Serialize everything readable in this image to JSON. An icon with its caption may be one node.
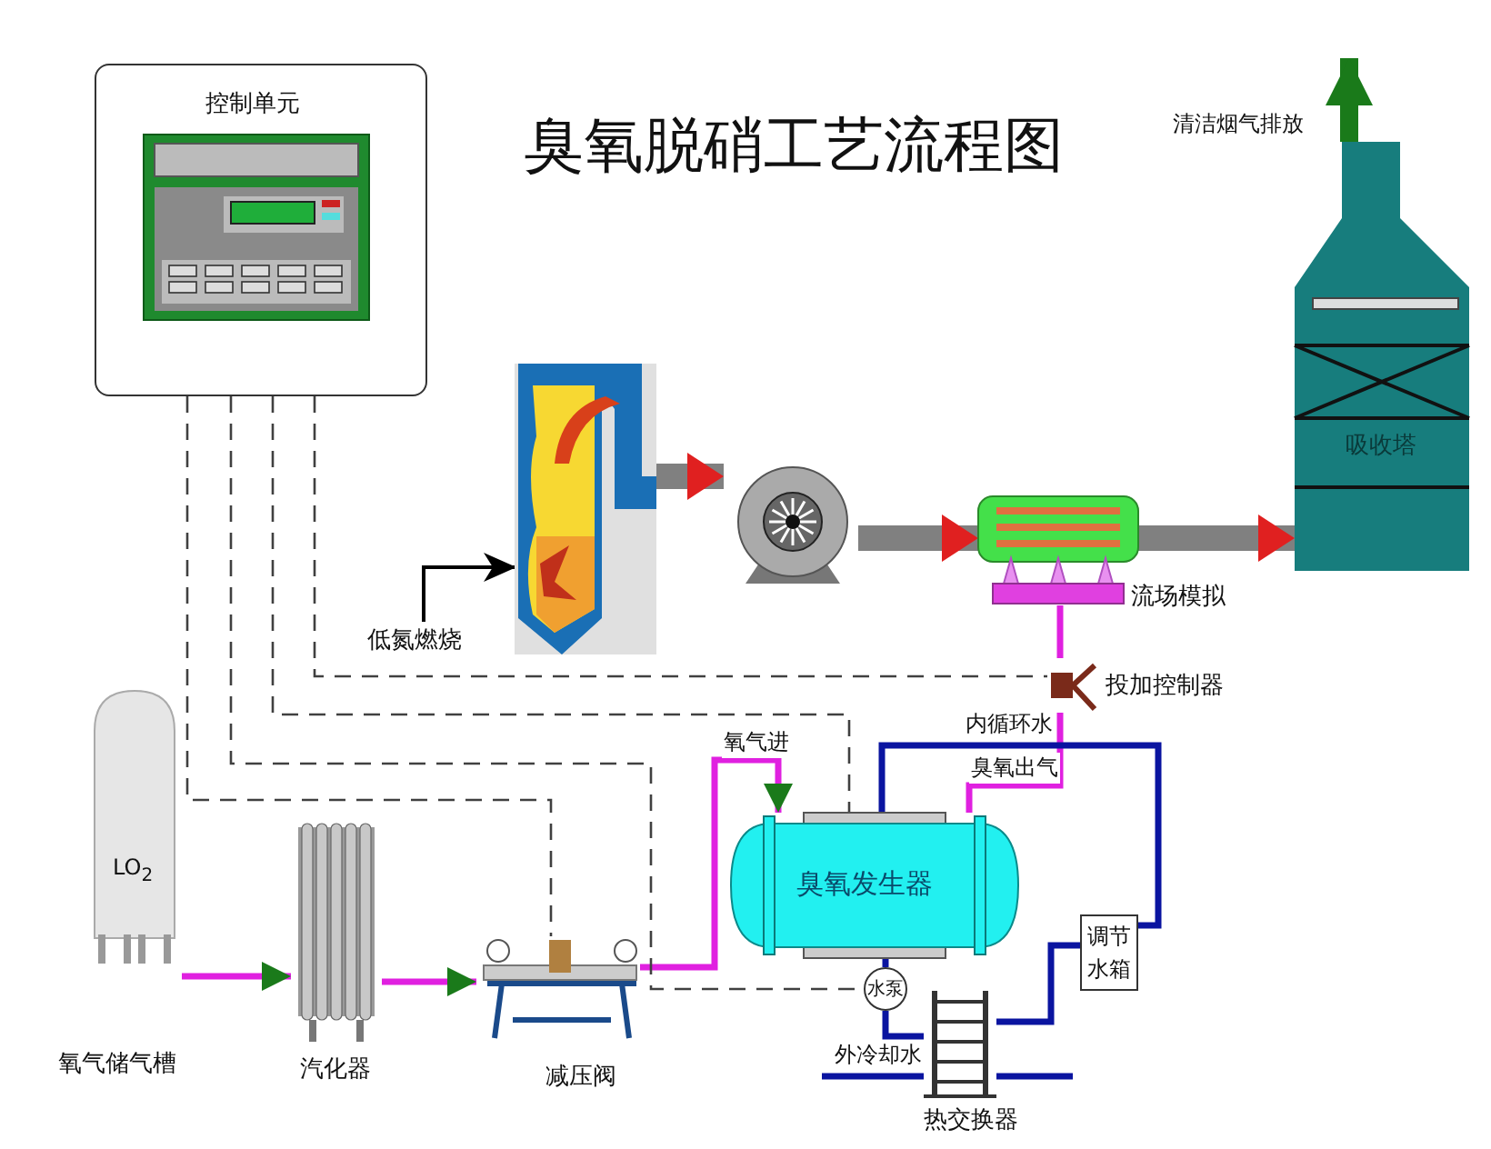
{
  "diagram": {
    "title": "臭氧脱硝工艺流程图",
    "nodes": [
      {
        "text": [
          "控制单元"
        ]
      },
      {
        "text": [
          "低氮燃烧"
        ]
      },
      {
        "text": [],
        "shape": "picture"
      },
      {
        "text": [],
        "shape": "picture"
      },
      {
        "text": [],
        "shape": "picture",
        "beside": [
          "流场模拟"
        ]
      },
      {
        "text": [
          "吸收塔"
        ]
      },
      {
        "text": [],
        "shape": "picture",
        "beside": [
          "投加控制器"
        ]
      },
      {
        "text": [
          "LO$_{2}$"
        ],
        "beside": [
          "氧气储气槽"
        ]
      },
      {
        "text": [],
        "shape": "picture",
        "beside": [
          "汽化器"
        ]
      },
      {
        "text": [],
        "shape": "picture",
        "beside": [
          "减压阀"
        ]
      },
      {
        "text": [
          "臭氧发生器"
        ]
      },
      {
        "text": [
          "水泵"
        ]
      },
      {
        "text": [],
        "shape": "picture",
        "beside": [
          "热交换器"
        ]
      },
      {
        "text": [
          "调节水箱"
        ]
      }
    ],
    "edges": [
      {
        "from": 1,
        "to": 2,
        "arrow": "to",
        "color": "#000000"
      },
      {
        "from": 2,
        "to": 3,
        "arrow": "to",
        "style": "thick",
        "color": "#808080"
      },
      {
        "from": 3,
        "to": 4,
        "arrow": "to",
        "style": "thick",
        "color": "#808080"
      },
      {
        "from": 4,
        "to": 5,
        "arrow": "to",
        "style": "thick",
        "color": "#808080"
      },
      {
        "from": 5,
        "to": null,
        "arrow": "to",
        "style": "thick",
        "color": "#1a7a1a",
        "label": "清洁烟气排放"
      },
      {
        "from": 7,
        "to": 8,
        "arrow": "to",
        "color": "#e020e0"
      },
      {
        "from": 8,
        "to": 9,
        "arrow": "to",
        "color": "#e020e0"
      },
      {
        "from": 9,
        "to": 10,
        "arrow": "to",
        "color": "#e020e0",
        "label": "氧气进"
      },
      {
        "from": 10,
        "to": 6,
        "arrow": "none",
        "color": "#e020e0",
        "label": "臭氧出气"
      },
      {
        "from": 6,
        "to": 4,
        "arrow": "none",
        "color": "#e020e0"
      },
      {
        "from": 10,
        "to": 13,
        "arrow": "none",
        "label": "内循环水"
      },
      {
        "from": 13,
        "to": 12,
        "arrow": "none"
      },
      {
        "from": 12,
        "to": 11,
        "arrow": "none"
      },
      {
        "from": 11,
        "to": 10,
        "arrow": "none"
      },
      {
        "from": null,
        "to": 12,
        "arrow": "none",
        "label": "外冷却水"
      },
      {
        "from": 12,
        "to": null,
        "arrow": "none"
      },
      {
        "from": 0,
        "to": 9,
        "arrow": "none",
        "style": "dashed",
        "color": "#404040"
      },
      {
        "from": 0,
        "to": 11,
        "arrow": "none",
        "style": "dashed",
        "color": "#404040"
      },
      {
        "from": 0,
        "to": 10,
        "arrow": "none",
        "style": "dashed",
        "color": "#404040"
      },
      {
        "from": 0,
        "to": 6,
        "arrow": "none",
        "style": "dashed",
        "color": "#404040"
      }
    ]
  }
}
